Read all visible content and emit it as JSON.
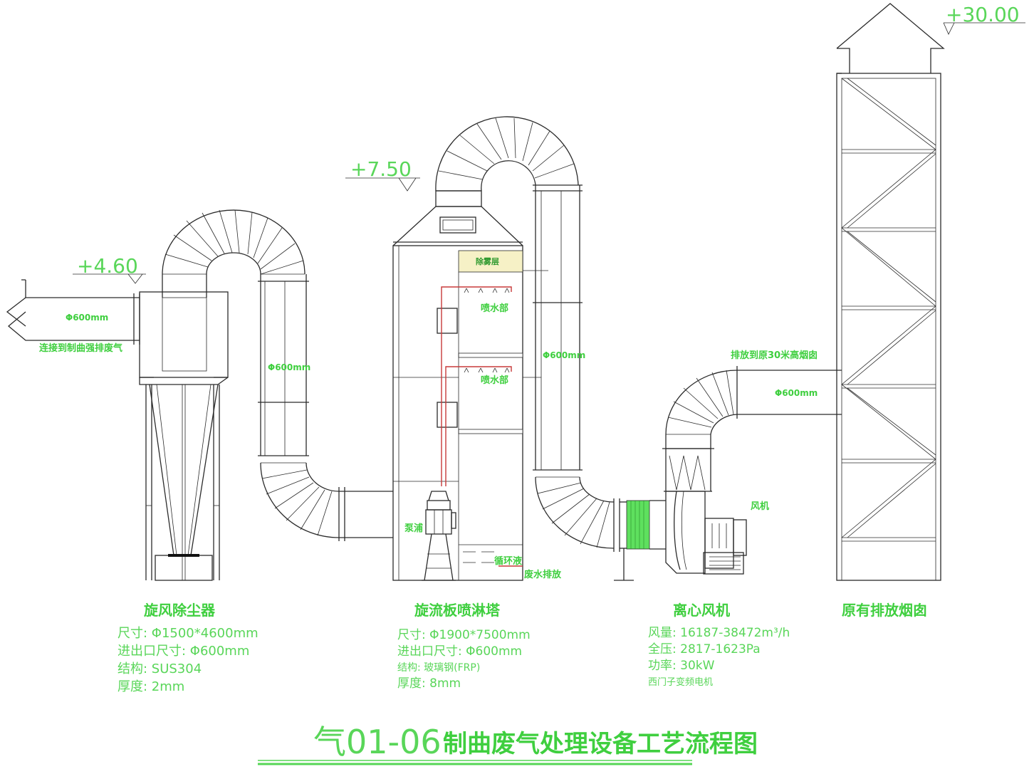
{
  "levels": {
    "inlet": "+4.60",
    "tower": "+7.50",
    "chimney": "+30.00"
  },
  "annotations": {
    "inlet_pipe_dia": "Φ600mm",
    "inlet_source": "连接到制曲强排废气",
    "duct1_dia": "Φ600mm",
    "demister": "除雾层",
    "spray1": "喷水部",
    "spray2": "喷水部",
    "duct2_dia": "Φ600mm",
    "pump": "泵浦",
    "circulating": "循环液",
    "waste_water": "废水排放",
    "fan": "风机",
    "discharge": "排放到原30米高烟囱",
    "duct3_dia": "Φ600mm"
  },
  "equipment": [
    {
      "name": "旋风除尘器",
      "specs": [
        "尺寸: Φ1500*4600mm",
        "进出口尺寸: Φ600mm",
        "结构: SUS304",
        "厚度: 2mm"
      ]
    },
    {
      "name": "旋流板喷淋塔",
      "specs": [
        "尺寸: Φ1900*7500mm",
        "进出口尺寸: Φ600mm",
        "结构: 玻璃钢(FRP)",
        "厚度: 8mm"
      ]
    },
    {
      "name": "离心风机",
      "specs": [
        "风量: 16187-38472m³/h",
        "全压: 2817-1623Pa",
        "功率: 30kW",
        "西门子变频电机"
      ]
    },
    {
      "name": "原有排放烟囱",
      "specs": []
    }
  ],
  "title": {
    "code": "气01-06",
    "text": "制曲废气处理设备工艺流程图"
  },
  "colors": {
    "line": "#2b2b2b",
    "text": "#3fcf3f",
    "pipe": "#c83a3a",
    "fan_duct": "#4ade4a"
  }
}
